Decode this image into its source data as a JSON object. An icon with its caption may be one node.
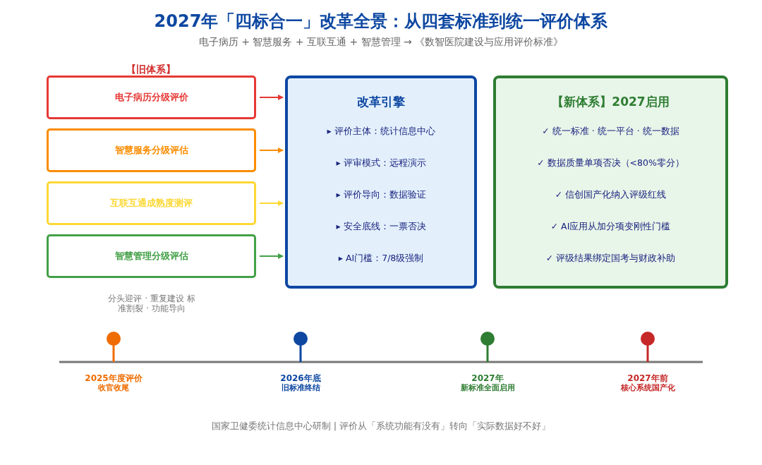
{
  "diagram": {
    "title": "2027年「四标合一」改革全景：从四套标准到统一评价体系",
    "caption": "国家卫健委统计信息中心研制 | 评价从「系统功能有没有」转向「实际数据好不好」",
    "nodes": [
      {
        "text": [
          "电子病历分级评价"
        ]
      },
      {
        "text": [
          "智慧服务分级评估"
        ]
      },
      {
        "text": [
          "互联互通成熟度测评"
        ]
      },
      {
        "text": [
          "智慧管理分级评估"
        ]
      },
      {
        "text": [
          "改革引擎",
          "▸ 评价主体：统计信息中心",
          "▸ 评审模式：远程演示",
          "▸ 评价导向：数据验证",
          "▸ 安全底线：一票否决",
          "▸ AI门槛：7/8级强制"
        ]
      },
      {
        "text": [
          "【新体系】2027启用",
          "✓ 统一标准 · 统一平台 · 统一数据",
          "✓ 数据质量单项否决（<80%零分）",
          "✓ 信创国产化纳入评级红线",
          "✓ AI应用从加分项变刚性门槛",
          "✓ 评级结果绑定国考与财政补助"
        ]
      },
      {
        "text": [
          "2025年度评价",
          "收官收尾"
        ]
      },
      {
        "text": [
          "2026年底",
          "旧标准终结"
        ]
      },
      {
        "text": [
          "2027年",
          "新标准全面启用"
        ]
      },
      {
        "text": [
          "2027年前",
          "核心系统国产化"
        ]
      }
    ],
    "edges": [
      {
        "from": 0,
        "to": 4,
        "arrow": "to",
        "color": "#e53935"
      },
      {
        "from": 1,
        "to": 4,
        "arrow": "to",
        "color": "#fb8c00"
      },
      {
        "from": 2,
        "to": 4,
        "arrow": "to",
        "color": "#fdd835"
      },
      {
        "from": 3,
        "to": 4,
        "arrow": "to",
        "color": "#43a047"
      }
    ],
    "labels": [
      "电子病历 + 智慧服务 + 互联互通 + 智慧管理 → 《数智医院建设与应用评价标准》",
      "【旧体系】",
      "分头迎评 · 重复建设 标准割裂 · 功能导向"
    ]
  }
}
